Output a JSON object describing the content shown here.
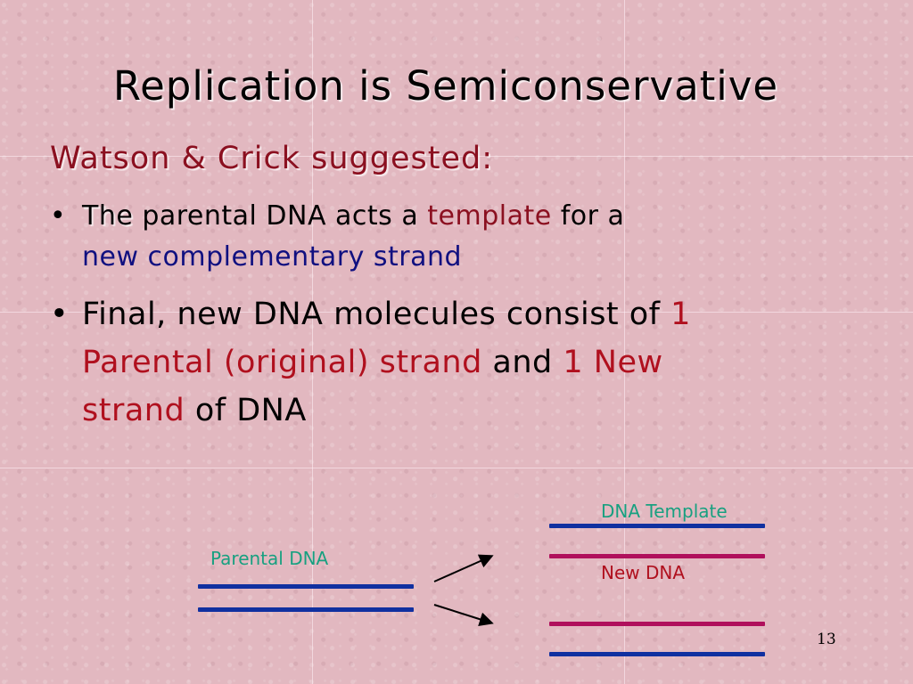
{
  "slide": {
    "title": "Replication is Semiconservative",
    "subtitle": "Watson & Crick suggested:",
    "bullet_marker": "•",
    "bullet1": {
      "w1": "The",
      "w2": " parental DNA acts a ",
      "w3": "template",
      "w4": " for a",
      "w5": "new complementary strand"
    },
    "bullet2": {
      "w1": "Final, new DNA molecules consist of ",
      "w2": "1",
      "w3": "Parental (original) strand",
      "w4": " and ",
      "w5": "1 New",
      "w6": "strand",
      "w7": " of DNA"
    },
    "page_number": "13"
  },
  "diagram": {
    "parental_label": "Parental DNA",
    "template_label": "DNA Template",
    "new_label": "New DNA",
    "colors": {
      "parental_strand": "#1030a0",
      "template_strand": "#1030a0",
      "new_strand": "#b0105c",
      "label_teal": "#18a080",
      "label_red": "#b0101e"
    }
  }
}
